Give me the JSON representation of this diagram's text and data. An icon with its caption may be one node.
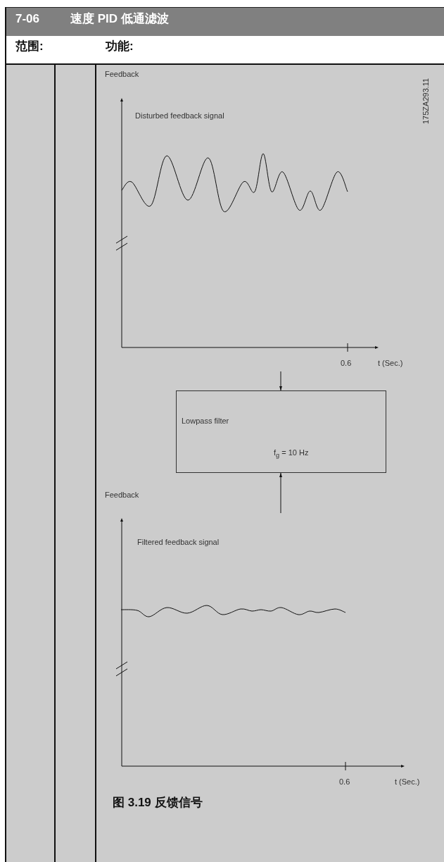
{
  "diagram": {
    "title": "速度 PID 低通滤波",
    "caption": "图 3.19 反馈信号",
    "nodes": [
      {
        "text": [],
        "shape": "picture"
      },
      {
        "text": [
          "Lowpass filter",
          "f$_{g}$ = 10 Hz"
        ]
      },
      {
        "text": [],
        "shape": "picture"
      }
    ],
    "edges": [
      {
        "from": 0,
        "to": 1,
        "arrow": "to"
      },
      {
        "from": 2,
        "to": 1,
        "arrow": "to"
      }
    ],
    "labels": [
      "7-06",
      "范围:",
      "功能:",
      "Feedback",
      "175ZA293.11",
      "Disturbed feedback signal",
      "0.6",
      "t (Sec.)",
      "Feedback",
      "Filtered feedback signal",
      "0.6",
      "t (Sec.)"
    ]
  }
}
